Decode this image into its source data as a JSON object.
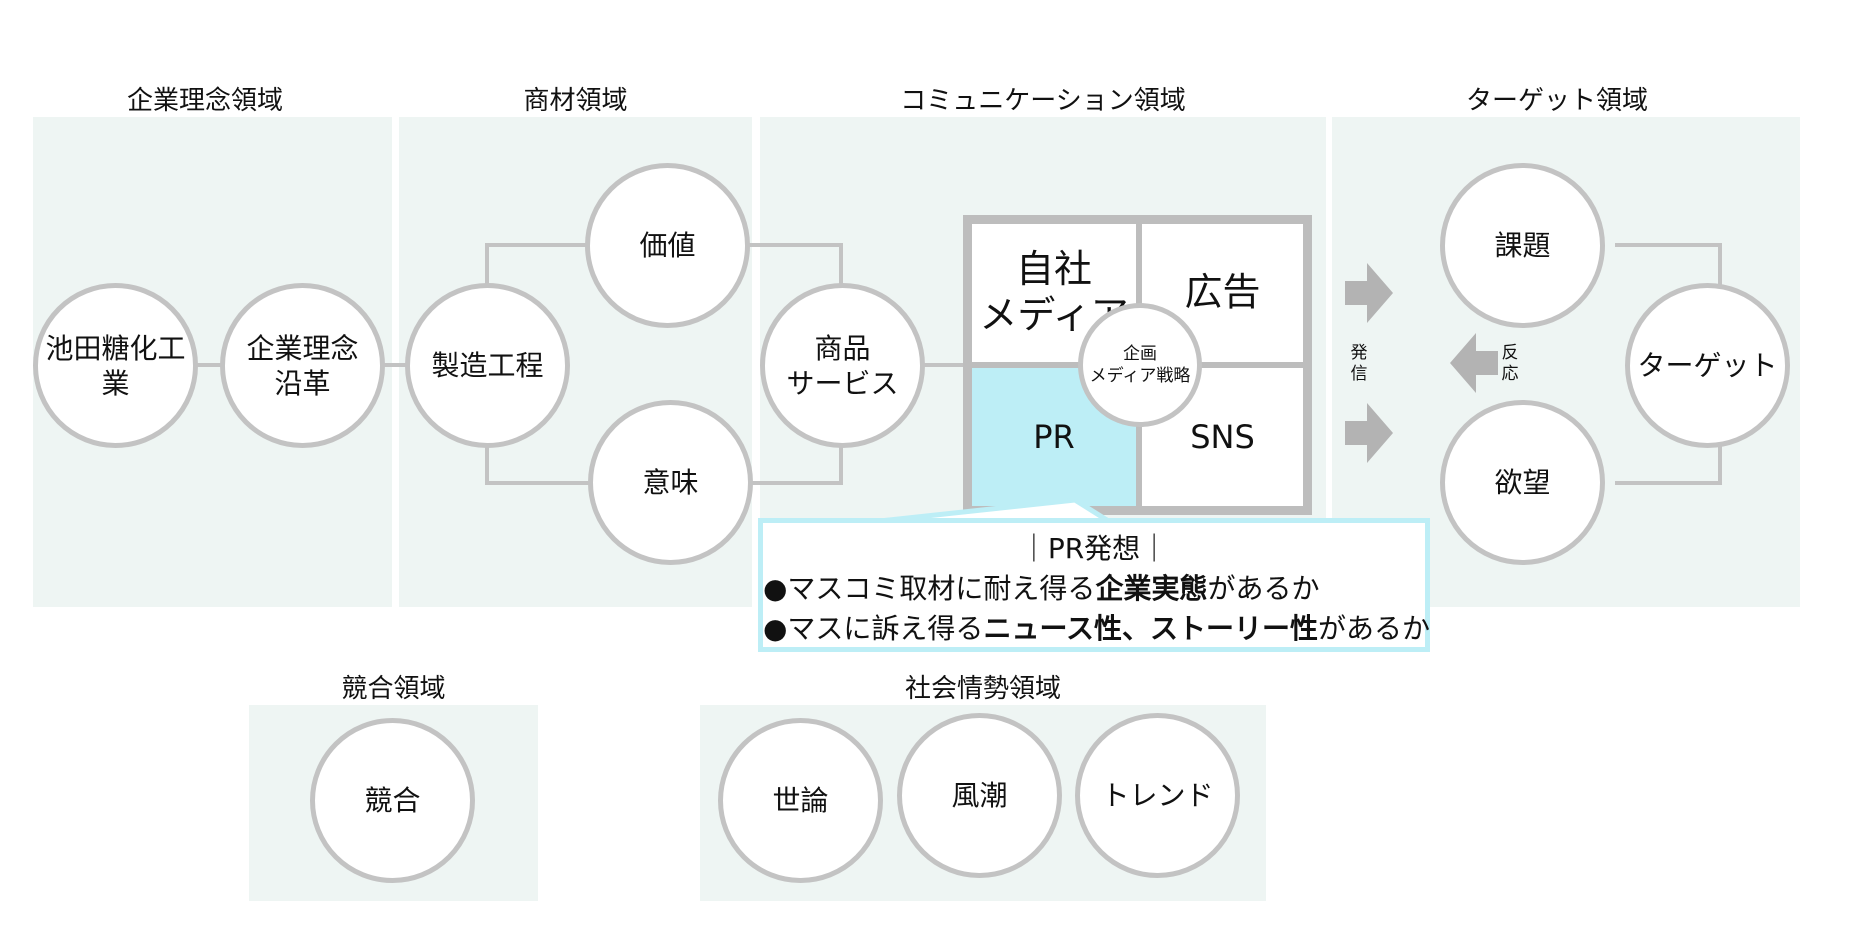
{
  "regions": {
    "corporate": "企業理念領域",
    "product": "商材領域",
    "communication": "コミュニケーション領域",
    "target": "ターゲット領域",
    "competition": "競合領域",
    "society": "社会情勢領域"
  },
  "nodes": {
    "company": "池田糖化工業",
    "philosophy": "企業理念\n沿革",
    "manufacturing": "製造工程",
    "value": "価値",
    "meaning": "意味",
    "product": "商品\nサービス",
    "issue": "課題",
    "desire": "欲望",
    "target": "ターゲット",
    "competitor": "競合",
    "public_opinion": "世論",
    "trend_mood": "風潮",
    "trend": "トレンド"
  },
  "media_grid": {
    "owned_media": "自社\nメディア",
    "advertising": "広告",
    "pr": "PR",
    "sns": "SNS",
    "center": "企画\nメディア戦略"
  },
  "arrows": {
    "send_label": "発\n信",
    "response_label": "反\n応",
    "color": "#b3b3b3"
  },
  "callout": {
    "title": "｜PR発想｜",
    "line1_pre": "●マスコミ取材に耐え得る",
    "line1_bold": "企業実態",
    "line1_post": "があるか",
    "line2_pre": "●マスに訴え得る",
    "line2_bold": "ニュース性、ストーリー性",
    "line2_post": "があるか"
  },
  "colors": {
    "region_bg": "#eef5f3",
    "circle_border": "#c3c3c3",
    "pr_highlight": "#bdeef6",
    "grid_frame": "#bdbdbd"
  }
}
